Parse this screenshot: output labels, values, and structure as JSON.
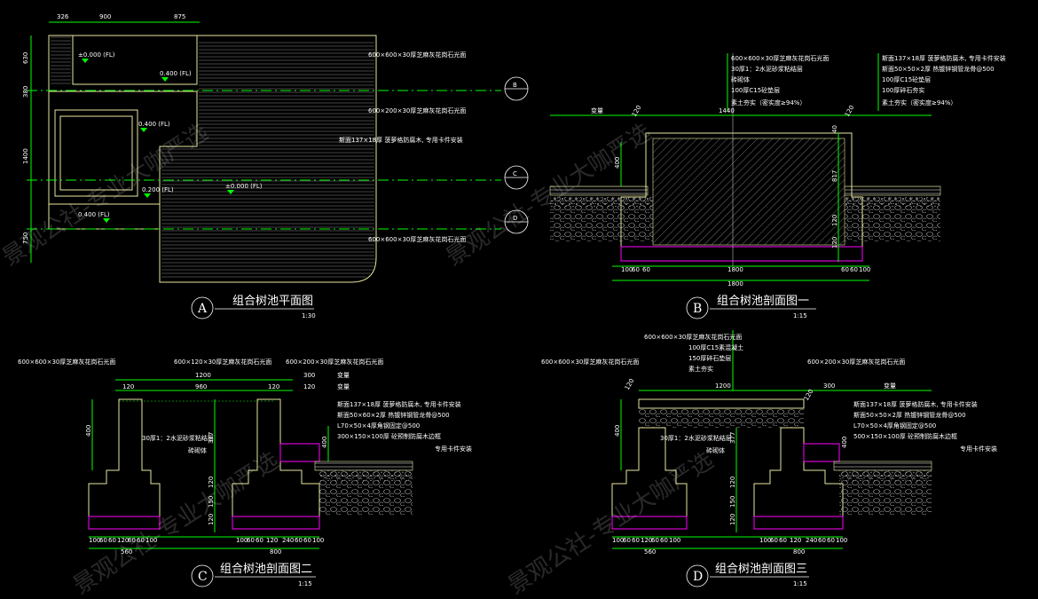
{
  "colors": {
    "background": "#000000",
    "dimension": "#00ff00",
    "outline": "#e6e6a0",
    "foundation": "#ff00ff",
    "text": "#ffffff"
  },
  "planA": {
    "dims_top": [
      "326",
      "900",
      "875"
    ],
    "dims_left": [
      "630",
      "380",
      "1400",
      "750"
    ],
    "levels": [
      "±0.000 (FL)",
      "0.400 (FL)",
      "0.400 (FL)",
      "0.200 (FL)",
      "±0.000 (FL)",
      "0.400 (FL)"
    ],
    "notes": [
      "600×600×30厚芝麻灰花岗石光面",
      "600×200×30厚芝麻灰花岗石光面",
      "斯面137×18厚 菠萝格防腐木, 专用卡件安装",
      "600×600×30厚芝麻灰花岗石光面"
    ],
    "markers": [
      "B",
      "C",
      "D"
    ],
    "title": "组合树池平面图",
    "letter": "A",
    "scale": "1:30"
  },
  "sectionB": {
    "notes_left": [
      "600×600×30厚芝麻灰花岗石光面",
      "30厚1：2水泥砂浆粘结层",
      "砖砌体",
      "100厚C15砼垫层",
      "素土夯实（密实度≥94%）"
    ],
    "notes_right": [
      "斯面137×18厚 菠萝格防腐木, 专用卡件安装",
      "斯面50×50×2厚 热镀锌钢管龙骨@500",
      "100厚C15砼垫层",
      "100厚碎石夯实",
      "素土夯实（密实度≥94%）"
    ],
    "dims": [
      "变量",
      "1440",
      "120",
      "120",
      "40",
      "400",
      "817",
      "120",
      "120",
      "1800",
      "1800",
      "100",
      "60",
      "60",
      "60",
      "60",
      "100"
    ],
    "title": "组合树池剖面图一",
    "letter": "B",
    "scale": "1:15"
  },
  "sectionC": {
    "notes_top": [
      "600×600×30厚芝麻灰花岗石光面",
      "600×120×30厚芝麻灰花岗石光面",
      "600×200×30厚芝麻灰花岗石光面"
    ],
    "notes_right": [
      "斯面137×18厚 菠萝格防腐木, 专用卡件安装",
      "斯面50×60×2厚 热镀锌钢管龙骨@500",
      "L70×50×4厚角钢固定@500",
      "300×150×100厚 砼预制防腐木边框",
      "专用卡件安装"
    ],
    "notes_mid": [
      "30厚1：2水泥砂浆粘结层",
      "砖砌体"
    ],
    "dims_top": [
      "1200",
      "120",
      "960",
      "120",
      "300",
      "120",
      "变量",
      "变量"
    ],
    "dims_bottom": [
      "100",
      "60",
      "60",
      "120",
      "60",
      "60",
      "100",
      "560",
      "100",
      "60",
      "60",
      "120",
      "240",
      "60",
      "60",
      "100",
      "800"
    ],
    "dims_side": [
      "400",
      "377",
      "400",
      "120",
      "150",
      "120"
    ],
    "title": "组合树池剖面图二",
    "letter": "C",
    "scale": "1:15"
  },
  "sectionD": {
    "notes_top": [
      "600×600×30厚芝麻灰花岗石光面",
      "100厚C15素混凝土",
      "150厚碎石垫层",
      "素土夯实",
      "600×600×30厚芝麻灰花岗石光面",
      "600×200×30厚芝麻灰花岗石光面"
    ],
    "notes_right": [
      "斯面137×18厚 菠萝格防腐木, 专用卡件安装",
      "斯面50×50×2厚 热镀锌钢管龙骨@500",
      "L70×50×4厚角钢固定@500",
      "500×150×100厚 砼预制防腐木边框",
      "专用卡件安装"
    ],
    "notes_mid": [
      "30厚1：2水泥砂浆粘结层",
      "砖砌体"
    ],
    "dims_top": [
      "1200",
      "120",
      "120",
      "300",
      "变量"
    ],
    "dims_bottom": [
      "100",
      "60",
      "60",
      "120",
      "60",
      "60",
      "100",
      "560",
      "100",
      "60",
      "60",
      "120",
      "240",
      "60",
      "60",
      "100",
      "800"
    ],
    "dims_side": [
      "400",
      "377",
      "400",
      "120",
      "150",
      "120"
    ],
    "title": "组合树池剖面图三",
    "letter": "D",
    "scale": "1:15"
  },
  "watermark": "景观公社-专业大咖严选"
}
